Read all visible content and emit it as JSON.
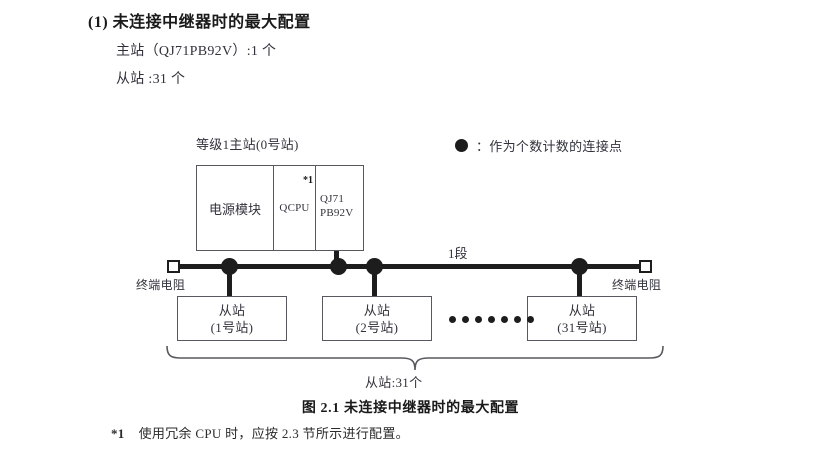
{
  "heading": {
    "title": "(1) 未连接中继器时的最大配置",
    "specs": [
      "主站（QJ71PB92V）:1 个",
      "从站 :31 个"
    ]
  },
  "diagram": {
    "rack_label": "等级1主站(0号站)",
    "rack_cells": [
      {
        "name": "power-supply",
        "text": "电源模块"
      },
      {
        "name": "qcpu",
        "text": "QCPU",
        "footnote_mark": "*1"
      },
      {
        "name": "network-module",
        "text_line1": "QJ71",
        "text_line2": "PB92V"
      }
    ],
    "legend": {
      "symbol": "filled-circle",
      "text": "：作为个数计数的连接点"
    },
    "segment_label": "1段",
    "terminators": [
      {
        "name": "left",
        "label": "终端电阻"
      },
      {
        "name": "right",
        "label": "终端电阻"
      }
    ],
    "slaves": [
      {
        "line1": "从站",
        "line2": "(1号站)"
      },
      {
        "line1": "从站",
        "line2": "(2号站)"
      },
      {
        "line1": "从站",
        "line2": "(31号站)"
      }
    ],
    "ellipsis_dot_count": 7,
    "brace_label": "从站:31个"
  },
  "caption": "图 2.1  未连接中继器时的最大配置",
  "footnote": {
    "mark": "*1",
    "text": "使用冗余 CPU 时，应按 2.3 节所示进行配置。"
  },
  "colors": {
    "ink": "#1d1d1d",
    "text": "#32323c",
    "box_border": "#58585f",
    "background": "#ffffff"
  }
}
